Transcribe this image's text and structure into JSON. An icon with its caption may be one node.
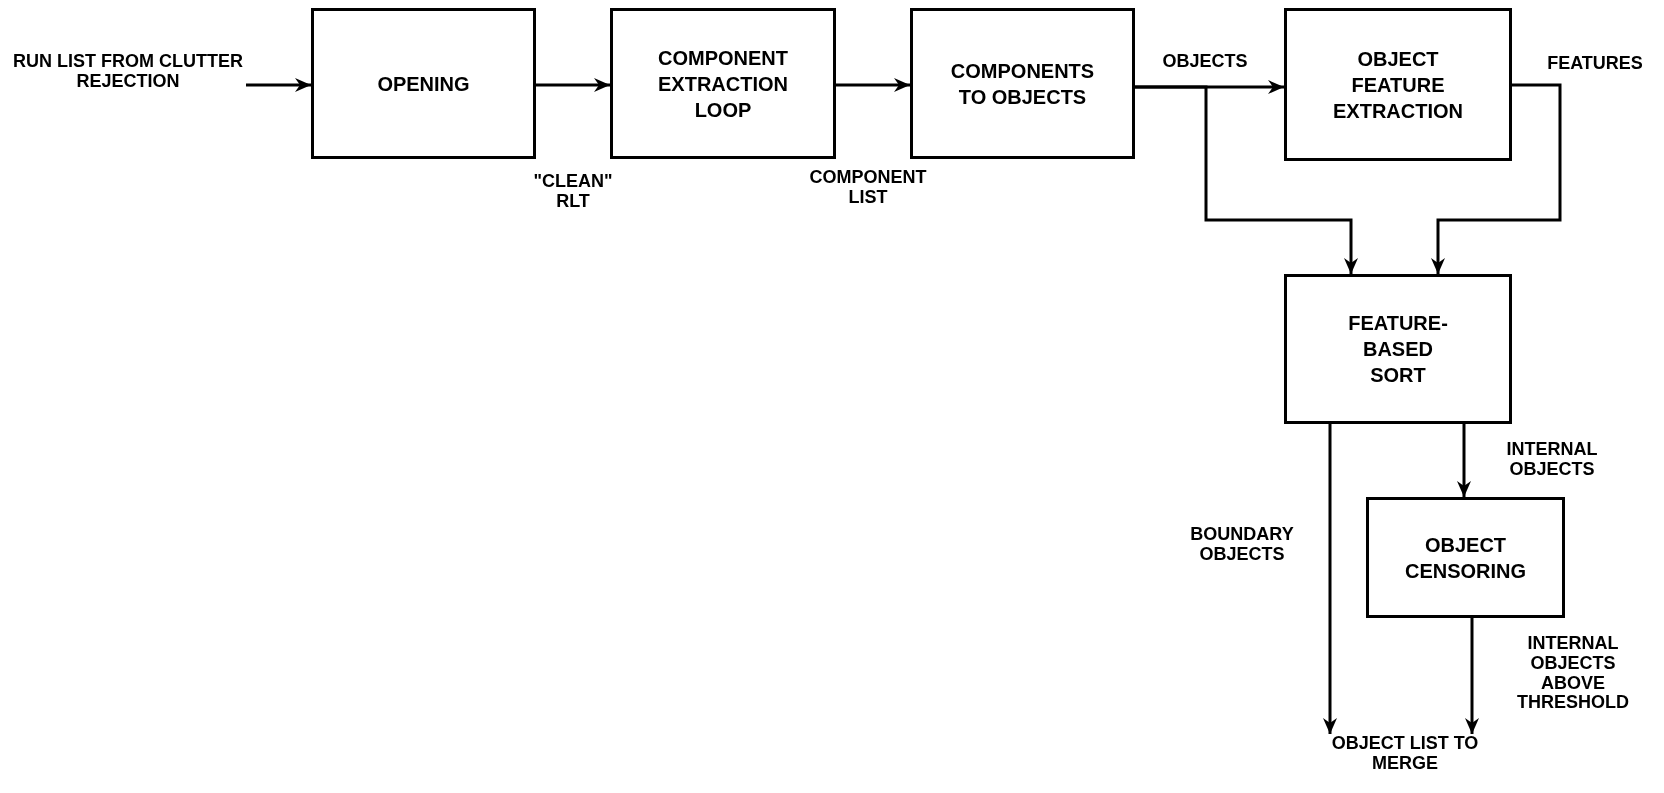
{
  "diagram": {
    "nodes": [
      {
        "text": [
          "RUN LIST FROM CLUTTER REJECTION"
        ]
      },
      {
        "text": [
          "OPENING"
        ]
      },
      {
        "text": [
          "COMPONENT EXTRACTION LOOP"
        ]
      },
      {
        "text": [
          "COMPONENTS TO OBJECTS"
        ]
      },
      {
        "text": [
          "OBJECT FEATURE EXTRACTION"
        ]
      },
      {
        "text": [
          "FEATURE-BASED SORT"
        ]
      },
      {
        "text": [
          "OBJECT CENSORING"
        ]
      },
      {
        "text": [
          "OBJECT LIST TO MERGE"
        ]
      }
    ],
    "edges": [
      {
        "from": 0,
        "to": 1,
        "arrow": "to"
      },
      {
        "from": 1,
        "to": 2,
        "arrow": "to",
        "label": "\"CLEAN\" RLT"
      },
      {
        "from": 2,
        "to": 3,
        "arrow": "to",
        "label": "COMPONENT LIST"
      },
      {
        "from": 3,
        "to": 4,
        "arrow": "to",
        "label": "OBJECTS"
      },
      {
        "from": 3,
        "to": 5,
        "arrow": "to"
      },
      {
        "from": 4,
        "to": 5,
        "arrow": "to",
        "label": "FEATURES"
      },
      {
        "from": 5,
        "to": 6,
        "arrow": "to",
        "label": "INTERNAL OBJECTS"
      },
      {
        "from": 5,
        "to": 7,
        "arrow": "to",
        "label": "BOUNDARY OBJECTS"
      },
      {
        "from": 6,
        "to": 7,
        "arrow": "to",
        "label": "INTERNAL OBJECTS ABOVE THRESHOLD"
      }
    ]
  }
}
